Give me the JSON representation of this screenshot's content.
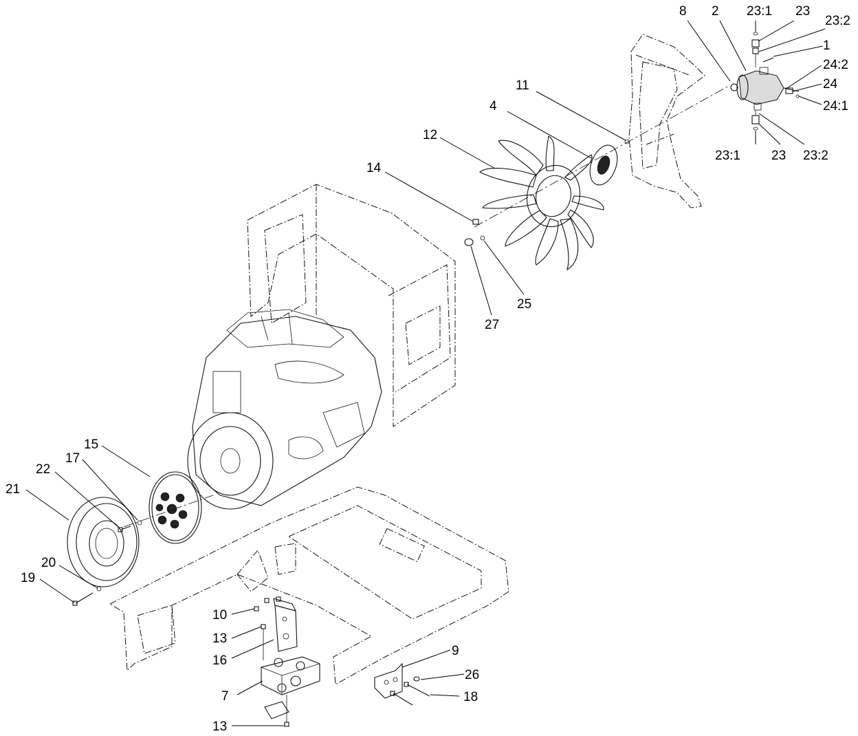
{
  "callouts": {
    "c_8": "8",
    "c_2": "2",
    "c_23_1_top": "23:1",
    "c_23_top": "23",
    "c_23_2_top": "23:2",
    "c_1": "1",
    "c_24_2": "24:2",
    "c_24": "24",
    "c_24_1": "24:1",
    "c_23_1_bot": "23:1",
    "c_23_bot": "23",
    "c_23_2_bot": "23:2",
    "c_11": "11",
    "c_4": "4",
    "c_12": "12",
    "c_14": "14",
    "c_25": "25",
    "c_27": "27",
    "c_15": "15",
    "c_17": "17",
    "c_22": "22",
    "c_21": "21",
    "c_20": "20",
    "c_19": "19",
    "c_10": "10",
    "c_13_upper": "13",
    "c_16": "16",
    "c_9": "9",
    "c_26": "26",
    "c_18": "18",
    "c_7": "7",
    "c_13_lower": "13"
  }
}
